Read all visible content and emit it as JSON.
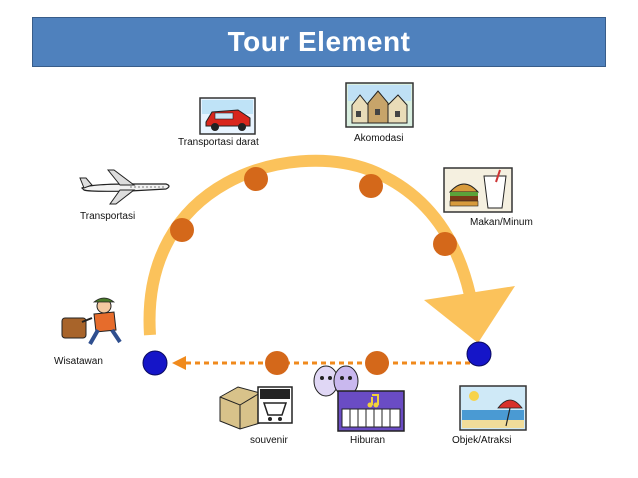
{
  "title": "Tour Element",
  "colors": {
    "title_bg": "#4f81bd",
    "arc": "#fbc25b",
    "dot": "#d4681a",
    "endpoint": "#1515c8",
    "dashed": "#f08a1c"
  },
  "labels": {
    "transportasi_darat": "Transportasi darat",
    "akomodasi": "Akomodasi",
    "transportasi": "Transportasi",
    "makan_minum": "Makan/Minum",
    "wisatawan": "Wisatawan",
    "souvenir": "souvenir",
    "hiburan": "Hiburan",
    "objek_atraksi": "Objek/Atraksi"
  },
  "icons": {
    "transportasi_darat": "car-icon",
    "akomodasi": "houses-icon",
    "transportasi": "airplane-icon",
    "makan_minum": "burger-drink-icon",
    "wisatawan": "traveler-icon",
    "souvenir": "shopping-icon",
    "hiburan": "entertainment-icon",
    "objek_atraksi": "beach-icon"
  }
}
